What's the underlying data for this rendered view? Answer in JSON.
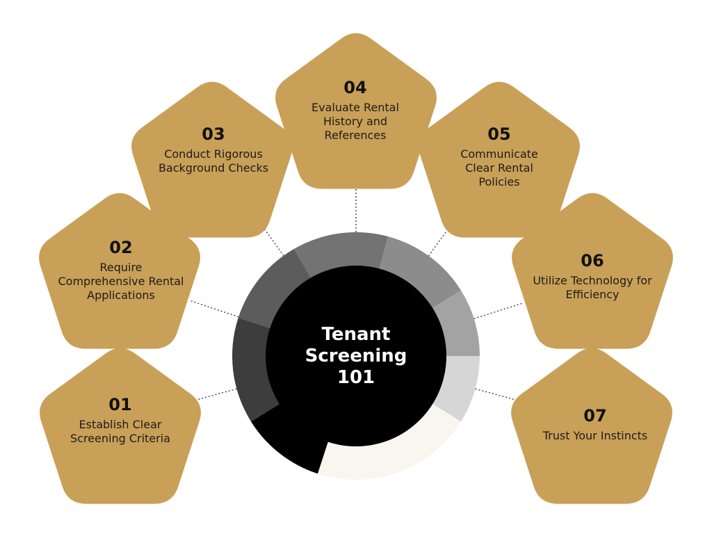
{
  "title": "Tenant\nScreening 101",
  "colors": {
    "pentagon": "#C9A057",
    "center": "#000000",
    "ring": [
      "#000000",
      "#3d3d3d",
      "#5c5c5c",
      "#737373",
      "#8c8c8c",
      "#a3a3a3",
      "#d6d6d6",
      "#f8f6ef"
    ]
  },
  "steps": [
    {
      "number": "01",
      "label": "Establish Clear Screening Criteria"
    },
    {
      "number": "02",
      "label": "Require Comprehensive Rental Applications"
    },
    {
      "number": "03",
      "label": "Conduct Rigorous Background Checks"
    },
    {
      "number": "04",
      "label": "Evaluate Rental History and References"
    },
    {
      "number": "05",
      "label": "Communicate Clear Rental Policies"
    },
    {
      "number": "06",
      "label": "Utilize Technology for Efficiency"
    },
    {
      "number": "07",
      "label": "Trust Your Instincts"
    }
  ]
}
